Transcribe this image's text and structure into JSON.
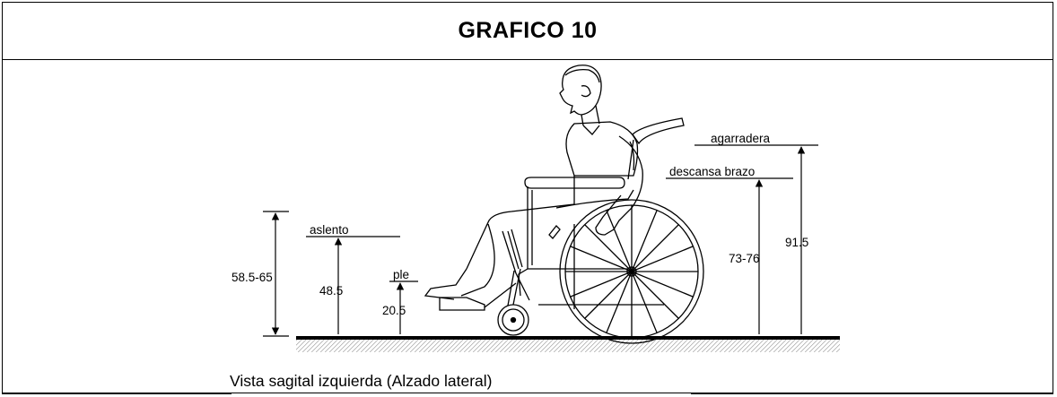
{
  "header": {
    "title": "GRAFICO 10"
  },
  "labels": {
    "seat": "aslento",
    "foot": "ple",
    "armrest": "descansa brazo",
    "handle": "agarradera"
  },
  "dimensions": {
    "seat_range": "58.5-65",
    "seat_height": "48.5",
    "foot_height": "20.5",
    "armrest_height": "73-76",
    "handle_height": "91.5"
  },
  "caption": "Vista sagital izquierda (Alzado lateral)"
}
